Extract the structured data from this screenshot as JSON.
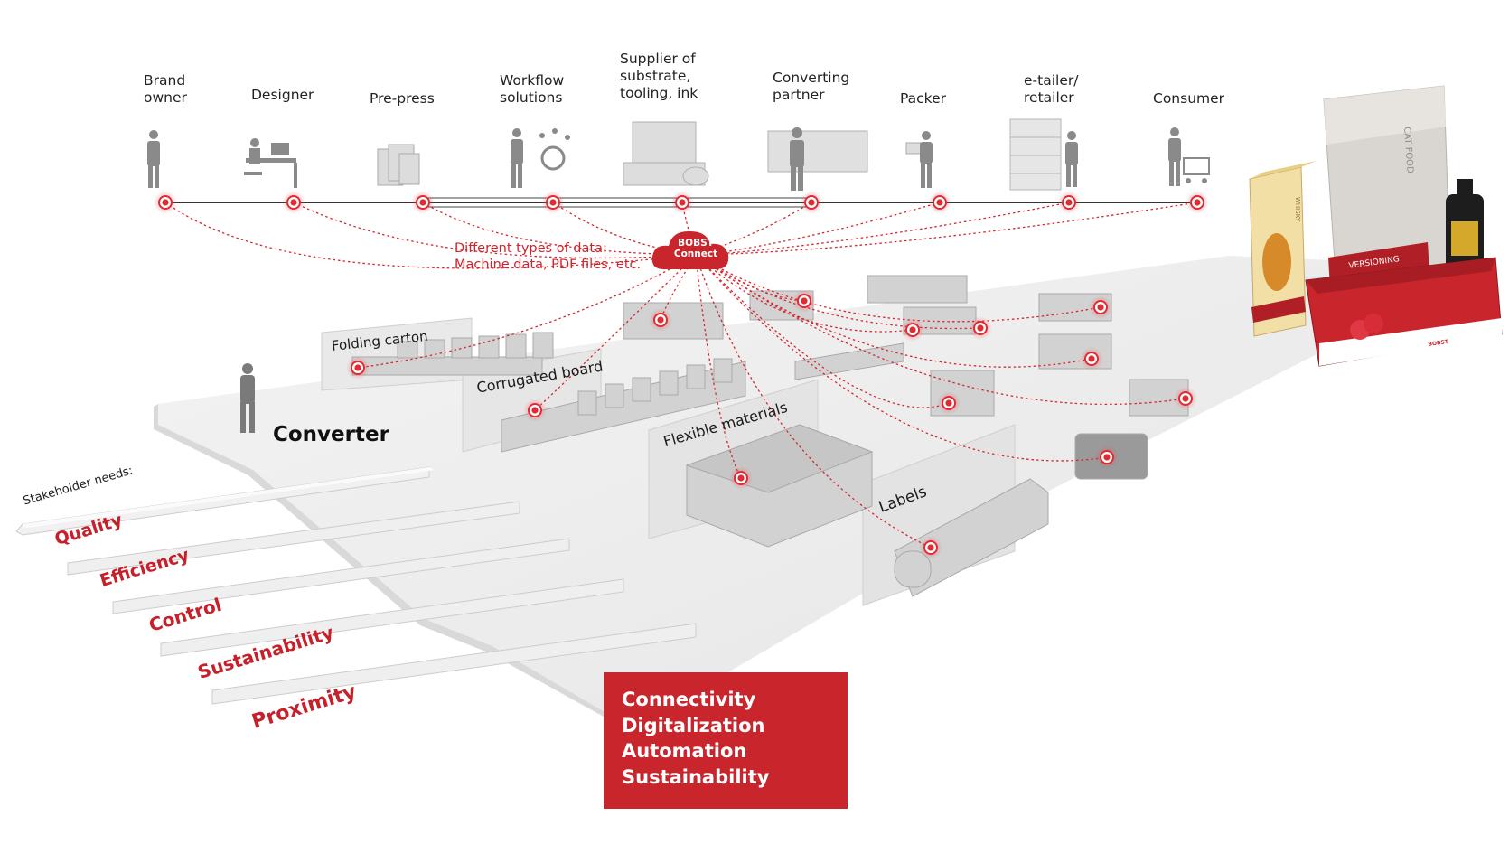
{
  "stakeholders": [
    {
      "id": "brand-owner",
      "label": "Brand\nowner"
    },
    {
      "id": "designer",
      "label": "Designer"
    },
    {
      "id": "pre-press",
      "label": "Pre-press"
    },
    {
      "id": "workflow-solutions",
      "label": "Workflow\nsolutions"
    },
    {
      "id": "supplier",
      "label": "Supplier of\nsubstrate,\ntooling, ink"
    },
    {
      "id": "converting-partner",
      "label": "Converting\npartner"
    },
    {
      "id": "packer",
      "label": "Packer"
    },
    {
      "id": "e-tailer",
      "label": "e-tailer/\nretailer"
    },
    {
      "id": "consumer",
      "label": "Consumer"
    }
  ],
  "cloud": {
    "label": "BOBST\nConnect"
  },
  "data_note": "Different types of data:\nMachine data, PDF files, etc.",
  "converter": {
    "label": "Converter"
  },
  "segments": {
    "folding_carton": "Folding carton",
    "corrugated_board": "Corrugated board",
    "flexible_materials": "Flexible materials",
    "labels": "Labels"
  },
  "needs": {
    "title": "Stakeholder needs:",
    "items": [
      "Quality",
      "Efficiency",
      "Control",
      "Sustainability",
      "Proximity"
    ]
  },
  "pillars": [
    "Connectivity",
    "Digitalization",
    "Automation",
    "Sustainability"
  ],
  "products": {
    "pet_food_bag_text": "CAT FOOD",
    "pet_food_band": "VERSIONING",
    "bottle_box_text": "WHISKY",
    "brand_mark": "BOBST"
  },
  "colors": {
    "accent": "#c9252c",
    "node": "#e02b33",
    "line": "#333333",
    "floor": "#eeeeee"
  }
}
